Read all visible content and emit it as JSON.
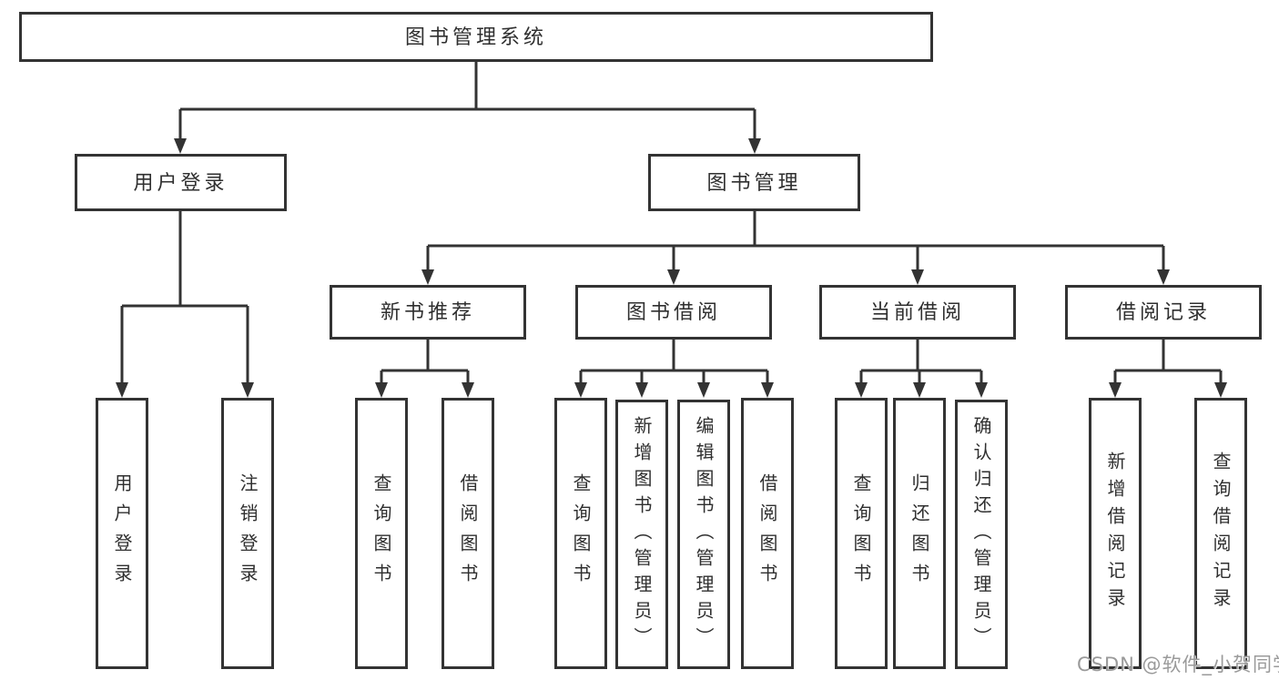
{
  "tree": {
    "root": {
      "label": "图书管理系统",
      "children": [
        {
          "label": "用户登录",
          "children": [
            {
              "label": "用户登录"
            },
            {
              "label": "注销登录"
            }
          ]
        },
        {
          "label": "图书管理",
          "children": [
            {
              "label": "新书推荐",
              "children": [
                {
                  "label": "查询图书"
                },
                {
                  "label": "借阅图书"
                }
              ]
            },
            {
              "label": "图书借阅",
              "children": [
                {
                  "label": "查询图书"
                },
                {
                  "label": "新增图书（管理员）"
                },
                {
                  "label": "编辑图书（管理员）"
                },
                {
                  "label": "借阅图书"
                }
              ]
            },
            {
              "label": "当前借阅",
              "children": [
                {
                  "label": "查询图书"
                },
                {
                  "label": "归还图书"
                },
                {
                  "label": "确认归还（管理员）"
                }
              ]
            },
            {
              "label": "借阅记录",
              "children": [
                {
                  "label": "新增借阅记录"
                },
                {
                  "label": "查询借阅记录"
                }
              ]
            }
          ]
        }
      ]
    }
  },
  "watermark": {
    "text": "CSDN @软件_小贺同学"
  },
  "colors": {
    "line": "#333333",
    "border": "#333333",
    "text": "#2f2f2f",
    "watermark": "#9a9a9a",
    "background": "#ffffff"
  }
}
